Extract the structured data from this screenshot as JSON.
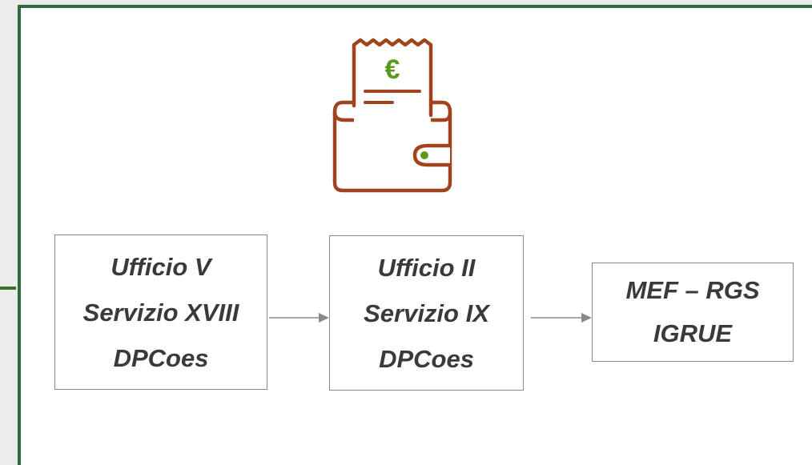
{
  "colors": {
    "frame_border": "#2f6b3f",
    "icon_outline": "#a0431f",
    "euro_accent": "#5a9a1a",
    "box_border": "#8a8a8a",
    "text": "#3a3a3a",
    "arrow": "#8a8a8a"
  },
  "icon": {
    "name": "wallet-with-euro-receipt-icon",
    "euro_symbol": "€"
  },
  "flow": {
    "nodes": [
      {
        "lines": [
          "Ufficio V",
          "Servizio XVIII",
          "DPCoes"
        ]
      },
      {
        "lines": [
          "Ufficio II",
          "Servizio IX",
          "DPCoes"
        ]
      },
      {
        "lines": [
          "MEF – RGS",
          "IGRUE"
        ]
      }
    ]
  }
}
